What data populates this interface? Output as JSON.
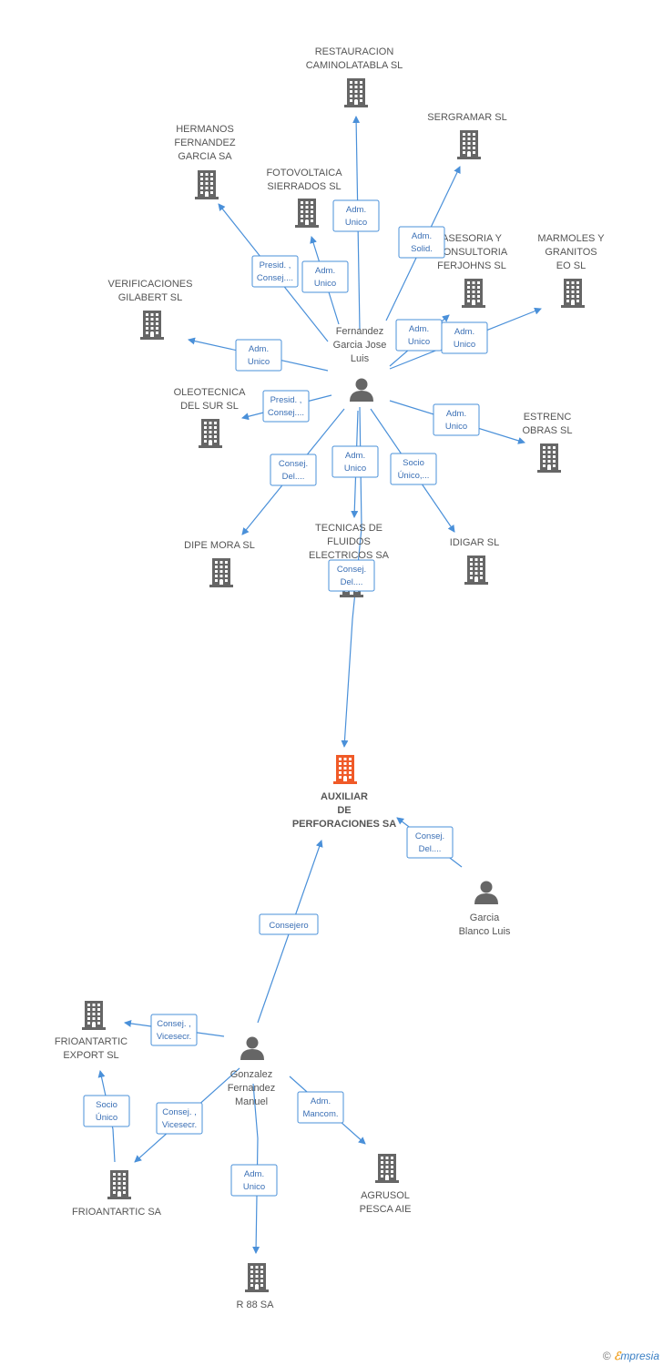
{
  "colors": {
    "edge": "#4a90d9",
    "icon": "#666666",
    "highlight": "#f05a28",
    "label": "#555555",
    "edge_text": "#3a6fb5"
  },
  "nodes": [
    {
      "id": "restauracion",
      "type": "company",
      "icon": "building-icon",
      "lines": [
        "RESTAURACION",
        "CAMINOLATABLA SL"
      ]
    },
    {
      "id": "sergramar",
      "type": "company",
      "icon": "building-icon",
      "lines": [
        "SERGRAMAR SL"
      ]
    },
    {
      "id": "hermanos",
      "type": "company",
      "icon": "building-icon",
      "lines": [
        "HERMANOS",
        "FERNANDEZ",
        "GARCIA SA"
      ]
    },
    {
      "id": "fotovoltaica",
      "type": "company",
      "icon": "building-icon",
      "lines": [
        "FOTOVOLTAICA",
        "SIERRADOS SL"
      ]
    },
    {
      "id": "asesoria",
      "type": "company",
      "icon": "building-icon",
      "lines": [
        "ASESORIA Y",
        "CONSULTORIA",
        "FERJOHNS SL"
      ]
    },
    {
      "id": "marmoles",
      "type": "company",
      "icon": "building-icon",
      "lines": [
        "MARMOLES Y",
        "GRANITOS",
        "EO SL"
      ]
    },
    {
      "id": "verificaciones",
      "type": "company",
      "icon": "building-icon",
      "lines": [
        "VERIFICACIONES",
        "GILABERT SL"
      ]
    },
    {
      "id": "fernandez",
      "type": "person",
      "icon": "person-icon",
      "lines": [
        "Fernandez",
        "Garcia Jose",
        "Luis"
      ]
    },
    {
      "id": "oleotecnica",
      "type": "company",
      "icon": "building-icon",
      "lines": [
        "OLEOTECNICA",
        "DEL SUR SL"
      ]
    },
    {
      "id": "estrenc",
      "type": "company",
      "icon": "building-icon",
      "lines": [
        "ESTRENC",
        "OBRAS SL"
      ]
    },
    {
      "id": "dipemora",
      "type": "company",
      "icon": "building-icon",
      "lines": [
        "DIPE MORA SL"
      ]
    },
    {
      "id": "tecnicas",
      "type": "company",
      "icon": "building-icon",
      "lines": [
        "TECNICAS DE",
        "FLUIDOS",
        "ELECTRICOS SA"
      ]
    },
    {
      "id": "idigar",
      "type": "company",
      "icon": "building-icon",
      "lines": [
        "IDIGAR SL"
      ]
    },
    {
      "id": "auxiliar",
      "type": "main",
      "icon": "building-icon",
      "lines": [
        "AUXILIAR",
        "DE",
        "PERFORACIONES SA"
      ]
    },
    {
      "id": "garciablanco",
      "type": "person",
      "icon": "person-icon",
      "lines": [
        "Garcia",
        "Blanco Luis"
      ]
    },
    {
      "id": "frioexport",
      "type": "company",
      "icon": "building-icon",
      "lines": [
        "FRIOANTARTIC",
        "EXPORT SL"
      ]
    },
    {
      "id": "gonzalez",
      "type": "person",
      "icon": "person-icon",
      "lines": [
        "Gonzalez",
        "Fernandez",
        "Manuel"
      ]
    },
    {
      "id": "frioantartic",
      "type": "company",
      "icon": "building-icon",
      "lines": [
        "FRIOANTARTIC SA"
      ]
    },
    {
      "id": "agrusol",
      "type": "company",
      "icon": "building-icon",
      "lines": [
        "AGRUSOL",
        "PESCA AIE"
      ]
    },
    {
      "id": "r88",
      "type": "company",
      "icon": "building-icon",
      "lines": [
        "R 88 SA"
      ]
    }
  ],
  "edges": [
    {
      "from": "fernandez",
      "to": "restauracion",
      "lines": [
        "Adm.",
        "Unico"
      ]
    },
    {
      "from": "fernandez",
      "to": "sergramar",
      "lines": [
        "Adm.",
        "Solid."
      ]
    },
    {
      "from": "fernandez",
      "to": "hermanos",
      "lines": [
        "Presid. ,",
        "Consej...."
      ]
    },
    {
      "from": "fernandez",
      "to": "fotovoltaica",
      "lines": [
        "Adm.",
        "Unico"
      ]
    },
    {
      "from": "fernandez",
      "to": "asesoria",
      "lines": [
        "Adm.",
        "Unico"
      ]
    },
    {
      "from": "fernandez",
      "to": "marmoles",
      "lines": [
        "Adm.",
        "Unico"
      ]
    },
    {
      "from": "fernandez",
      "to": "verificaciones",
      "lines": [
        "Adm.",
        "Unico"
      ]
    },
    {
      "from": "fernandez",
      "to": "oleotecnica",
      "lines": [
        "Presid. ,",
        "Consej...."
      ]
    },
    {
      "from": "fernandez",
      "to": "estrenc",
      "lines": [
        "Adm.",
        "Unico"
      ]
    },
    {
      "from": "fernandez",
      "to": "dipemora",
      "lines": [
        "Consej.",
        "Del...."
      ]
    },
    {
      "from": "fernandez",
      "to": "tecnicas",
      "lines": [
        "Adm.",
        "Unico"
      ]
    },
    {
      "from": "fernandez",
      "to": "idigar",
      "lines": [
        "Socio",
        "Único,..."
      ]
    },
    {
      "from": "fernandez",
      "to": "auxiliar",
      "lines": [
        "Consej.",
        "Del...."
      ]
    },
    {
      "from": "garciablanco",
      "to": "auxiliar",
      "lines": [
        "Consej.",
        "Del...."
      ]
    },
    {
      "from": "gonzalez",
      "to": "auxiliar",
      "lines": [
        "Consejero"
      ]
    },
    {
      "from": "gonzalez",
      "to": "frioexport",
      "lines": [
        "Consej. ,",
        "Vicesecr."
      ]
    },
    {
      "from": "frioantartic",
      "to": "frioexport",
      "lines": [
        "Socio",
        "Único"
      ]
    },
    {
      "from": "gonzalez",
      "to": "frioantartic",
      "lines": [
        "Consej. ,",
        "Vicesecr."
      ]
    },
    {
      "from": "gonzalez",
      "to": "agrusol",
      "lines": [
        "Adm.",
        "Mancom."
      ]
    },
    {
      "from": "gonzalez",
      "to": "r88",
      "lines": [
        "Adm.",
        "Unico"
      ]
    }
  ],
  "footer": {
    "copyright": "©",
    "brand_initial": "ℰ",
    "brand_rest": "mpresia"
  }
}
